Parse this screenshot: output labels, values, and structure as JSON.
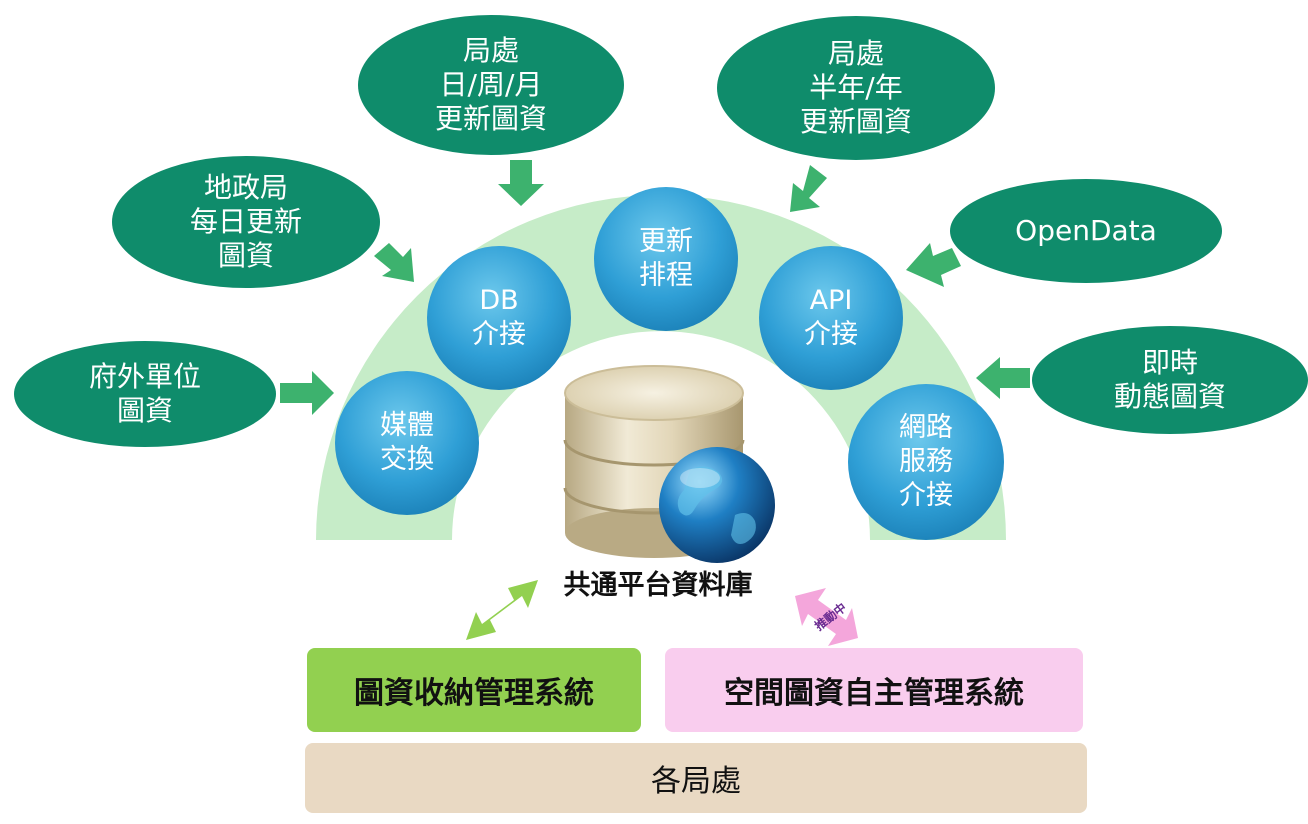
{
  "sources": {
    "bureau_daily": "局處\n日/周/月\n更新圖資",
    "bureau_yearly": "局處\n半年/年\n更新圖資",
    "land_office": "地政局\n每日更新\n圖資",
    "opendata": "OpenData",
    "external": "府外單位\n圖資",
    "realtime": "即時\n動態圖資"
  },
  "methods": {
    "media": "媒體\n交換",
    "db": "DB\n介接",
    "schedule": "更新\n排程",
    "api": "API\n介接",
    "web": "網路\n服務\n介接"
  },
  "database": {
    "label": "共通平台資料庫"
  },
  "status_tag": "推動中",
  "systems": {
    "collection": "圖資收納管理系統",
    "autonomous": "空間圖資自主管理系統",
    "bureaus": "各局處"
  },
  "colors": {
    "source_fill": "#0f8c6b",
    "arc_fill": "#c6ecc8",
    "method_fill": "#2f9fd6",
    "arrow": "#3db26e",
    "collection_fill": "#92d050",
    "autonomous_fill": "#f9cdee",
    "bureaus_fill": "#e9d9c3"
  }
}
